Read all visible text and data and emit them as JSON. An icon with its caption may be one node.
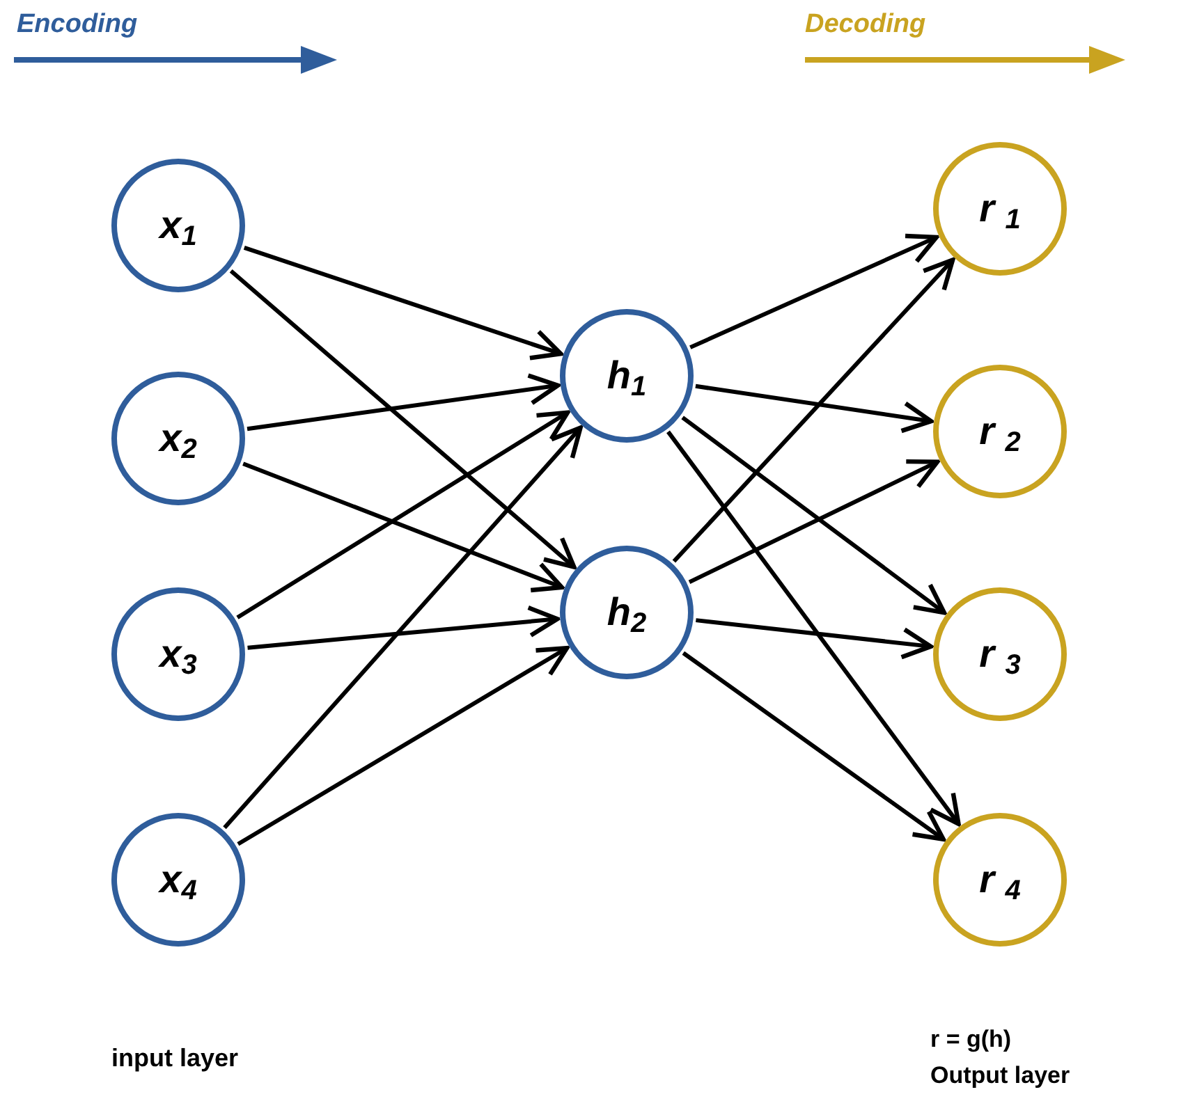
{
  "diagram": {
    "nodes": [
      {
        "text": [
          "x$_{1}$"
        ]
      },
      {
        "text": [
          "x$_{2}$"
        ]
      },
      {
        "text": [
          "x$_{3}$"
        ]
      },
      {
        "text": [
          "x$_{4}$"
        ]
      },
      {
        "text": [
          "h$_{1}$"
        ]
      },
      {
        "text": [
          "h$_{2}$"
        ]
      },
      {
        "text": [
          "r $_{1}$"
        ]
      },
      {
        "text": [
          "r $_{2}$"
        ]
      },
      {
        "text": [
          "r $_{3}$"
        ]
      },
      {
        "text": [
          "r $_{4}$"
        ]
      }
    ],
    "edges": [
      {
        "from": 0,
        "to": 4,
        "arrow": "to"
      },
      {
        "from": 0,
        "to": 5,
        "arrow": "to"
      },
      {
        "from": 1,
        "to": 4,
        "arrow": "to"
      },
      {
        "from": 1,
        "to": 5,
        "arrow": "to"
      },
      {
        "from": 2,
        "to": 4,
        "arrow": "to"
      },
      {
        "from": 2,
        "to": 5,
        "arrow": "to"
      },
      {
        "from": 3,
        "to": 4,
        "arrow": "to"
      },
      {
        "from": 3,
        "to": 5,
        "arrow": "to"
      },
      {
        "from": 4,
        "to": 6,
        "arrow": "to"
      },
      {
        "from": 4,
        "to": 7,
        "arrow": "to"
      },
      {
        "from": 4,
        "to": 8,
        "arrow": "to"
      },
      {
        "from": 4,
        "to": 9,
        "arrow": "to"
      },
      {
        "from": 5,
        "to": 6,
        "arrow": "to"
      },
      {
        "from": 5,
        "to": 7,
        "arrow": "to"
      },
      {
        "from": 5,
        "to": 8,
        "arrow": "to"
      },
      {
        "from": 5,
        "to": 9,
        "arrow": "to"
      }
    ],
    "labels": [
      "Encoding",
      "Decoding",
      "input layer",
      "r = g(h)",
      "Output layer"
    ]
  }
}
